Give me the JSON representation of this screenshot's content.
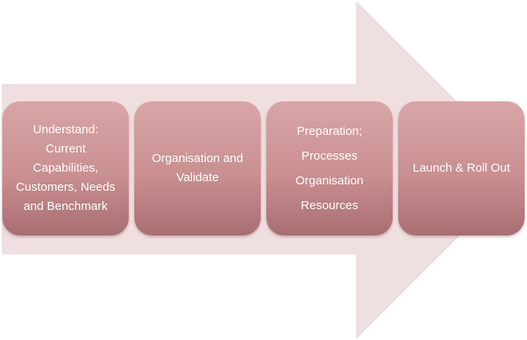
{
  "colors": {
    "arrow_fill": "#f0dfe0",
    "arrow_stroke": "#e6d2d3",
    "box_top": "#d9a5a6",
    "box_bottom": "#a86e71",
    "text": "#ffffff"
  },
  "steps": [
    {
      "lines": [
        "Understand:",
        "Current",
        "Capabilities,",
        "Customers, Needs",
        "and Benchmark"
      ]
    },
    {
      "lines": [
        "Organisation and",
        "Validate"
      ]
    },
    {
      "lines": [
        "Preparation;",
        "Processes",
        "Organisation",
        "Resources"
      ]
    },
    {
      "lines": [
        "Launch & Roll Out"
      ]
    }
  ]
}
